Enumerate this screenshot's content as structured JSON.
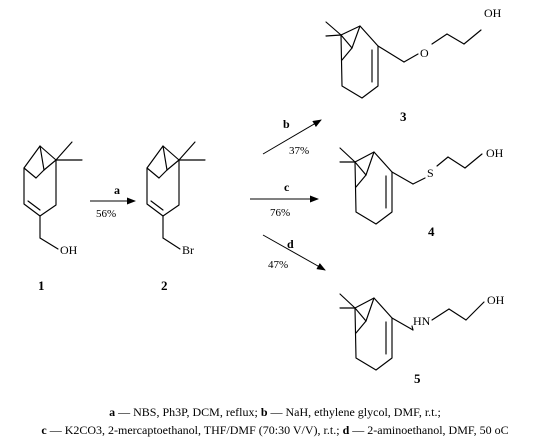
{
  "compounds": {
    "c1": {
      "number": "1",
      "oh": "OH"
    },
    "c2": {
      "number": "2",
      "br": "Br"
    },
    "c3": {
      "number": "3",
      "o": "O",
      "oh": "OH"
    },
    "c4": {
      "number": "4",
      "s": "S",
      "oh": "OH"
    },
    "c5": {
      "number": "5",
      "hn": "HN",
      "oh": "OH"
    }
  },
  "steps": {
    "a": {
      "letter": "a",
      "yield": "56%"
    },
    "b": {
      "letter": "b",
      "yield": "37%"
    },
    "c": {
      "letter": "c",
      "yield": "76%"
    },
    "d": {
      "letter": "d",
      "yield": "47%"
    }
  },
  "legend": {
    "line1": [
      {
        "key": "a",
        "text": " — NBS, Ph3P, DCM, reflux; "
      },
      {
        "key": "b",
        "text": " — NaH, ethylene glycol, DMF, r.t.;"
      }
    ],
    "line2": [
      {
        "key": "c",
        "text": " — K2CO3, 2-mercaptoethanol, THF/DMF (70:30 V/V), r.t.; "
      },
      {
        "key": "d",
        "text": " — 2-aminoethanol, DMF, 50 oC"
      }
    ]
  }
}
